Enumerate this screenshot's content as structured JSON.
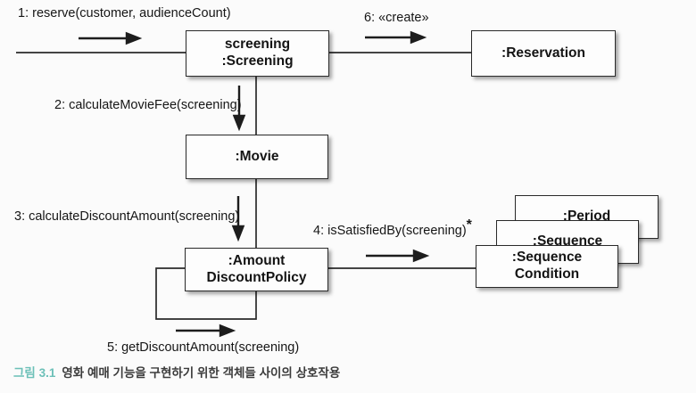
{
  "diagram": {
    "objects": {
      "screening": {
        "line1": "screening",
        "line2": ":Screening"
      },
      "reservation": {
        "label": ":Reservation"
      },
      "movie": {
        "label": ":Movie"
      },
      "amount_discount_policy": {
        "line1": ":Amount",
        "line2": "DiscountPolicy"
      },
      "period": {
        "label": ":Period"
      },
      "sequence": {
        "label": ":Sequence"
      },
      "sequence_condition": {
        "line1": ":Sequence",
        "line2": "Condition"
      }
    },
    "messages": {
      "m1": "1: reserve(customer, audienceCount)",
      "m2": "2: calculateMovieFee(screening)",
      "m3": "3: calculateDiscountAmount(screening)",
      "m4": "4: isSatisfiedBy(screening)",
      "m4_multiplicity": "*",
      "m5": "5: getDiscountAmount(screening)",
      "m6": "6: «create»"
    },
    "caption": {
      "figure_label": "그림 3.1",
      "text": "영화 예매 기능을 구현하기 위한 객체들 사이의 상호작용"
    },
    "colors": {
      "caption_accent": "#6cc0b8",
      "diagram_ink": "#2a2a2a",
      "background": "#fbfbfb"
    }
  }
}
